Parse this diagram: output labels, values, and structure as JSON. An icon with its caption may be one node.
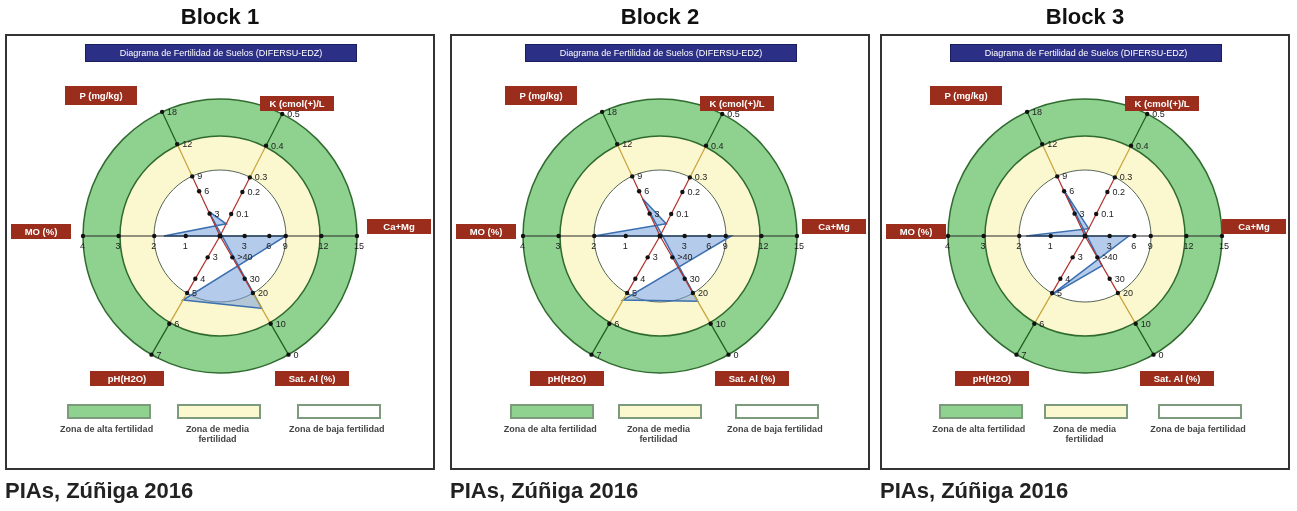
{
  "diagram": {
    "nodes": [
      {
        "text": [
          "Block 1"
        ],
        "beside": [
          "PIAs, Zúñiga 2016"
        ]
      },
      {
        "text": [
          "Diagrama de Fertilidad de Suelos (DIFERSU-EDZ)"
        ],
        "in": 0
      },
      {
        "text": [
          "P (mg/kg)"
        ],
        "in": 0
      },
      {
        "text": [
          "K (cmol(+)/L"
        ],
        "in": 0
      },
      {
        "text": [
          "MO (%)"
        ],
        "in": 0
      },
      {
        "text": [
          "Ca+Mg"
        ],
        "in": 0
      },
      {
        "text": [
          "pH(H2O)"
        ],
        "in": 0
      },
      {
        "text": [
          "Sat. Al (%)"
        ],
        "in": 0
      },
      {
        "text": [
          "Block 2"
        ],
        "beside": [
          "PIAs, Zúñiga 2016"
        ]
      },
      {
        "text": [
          "Diagrama de Fertilidad de Suelos (DIFERSU-EDZ)"
        ],
        "in": 8
      },
      {
        "text": [
          "P (mg/kg)"
        ],
        "in": 8
      },
      {
        "text": [
          "K (cmol(+)/L"
        ],
        "in": 8
      },
      {
        "text": [
          "MO (%)"
        ],
        "in": 8
      },
      {
        "text": [
          "Ca+Mg"
        ],
        "in": 8
      },
      {
        "text": [
          "pH(H2O)"
        ],
        "in": 8
      },
      {
        "text": [
          "Sat. Al (%)"
        ],
        "in": 8
      },
      {
        "text": [
          "Block 3"
        ],
        "beside": [
          "PIAs, Zúñiga 2016"
        ]
      },
      {
        "text": [
          "Diagrama de Fertilidad de Suelos (DIFERSU-EDZ)"
        ],
        "in": 16
      },
      {
        "text": [
          "P (mg/kg)"
        ],
        "in": 16
      },
      {
        "text": [
          "K (cmol(+)/L"
        ],
        "in": 16
      },
      {
        "text": [
          "MO (%)"
        ],
        "in": 16
      },
      {
        "text": [
          "Ca+Mg"
        ],
        "in": 16
      },
      {
        "text": [
          "pH(H2O)"
        ],
        "in": 16
      },
      {
        "text": [
          "Sat. Al (%)"
        ],
        "in": 16
      }
    ],
    "labels": [
      "3",
      "6",
      "9",
      "12",
      "18",
      "0.1",
      "0.2",
      "0.3",
      "0.4",
      "0.5",
      "1",
      "2",
      "3",
      "4",
      "3",
      "6",
      "9",
      "12",
      "15",
      "3",
      "4",
      "5",
      "6",
      "7",
      ">40",
      "30",
      "20",
      "10",
      "0",
      "3",
      "6",
      "9",
      "12",
      "18",
      "0.1",
      "0.2",
      "0.3",
      "0.4",
      "0.5",
      "1",
      "2",
      "3",
      "4",
      "3",
      "6",
      "9",
      "12",
      "15",
      "3",
      "4",
      "5",
      "6",
      "7",
      ">40",
      "30",
      "20",
      "10",
      "0",
      "3",
      "6",
      "9",
      "12",
      "18",
      "0.1",
      "0.2",
      "0.3",
      "0.4",
      "0.5",
      "1",
      "2",
      "3",
      "4",
      "3",
      "6",
      "9",
      "12",
      "15",
      "3",
      "4",
      "5",
      "6",
      "7",
      ">40",
      "30",
      "20",
      "10",
      "0"
    ],
    "legend": [
      {
        "text": "Zona de alta fertilidad",
        "color": "#8fd18f"
      },
      {
        "text": "Zona de media fertilidad",
        "color": "#fbf7cf"
      },
      {
        "text": "Zona de baja fertilidad",
        "color": "#ffffff"
      },
      {
        "text": "Zona de alta fertilidad",
        "color": "#8fd18f"
      },
      {
        "text": "Zona de media fertilidad",
        "color": "#fbf7cf"
      },
      {
        "text": "Zona de baja fertilidad",
        "color": "#ffffff"
      },
      {
        "text": "Zona de alta fertilidad",
        "color": "#8fd18f"
      },
      {
        "text": "Zona de media fertilidad",
        "color": "#fbf7cf"
      },
      {
        "text": "Zona de baja fertilidad",
        "color": "#ffffff"
      }
    ]
  }
}
